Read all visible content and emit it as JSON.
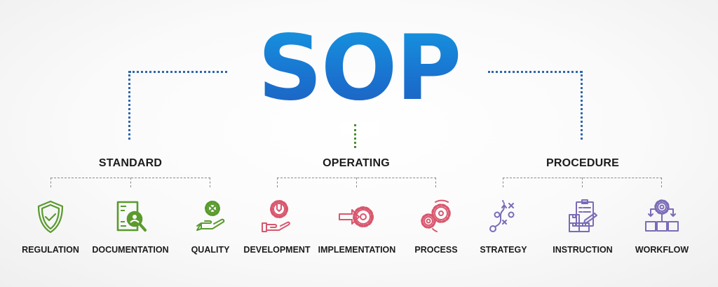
{
  "title": "SOP",
  "colors": {
    "title_gradient_top": "#1597e0",
    "title_gradient_bottom": "#1e5fbf",
    "connector_blue": "#2f67b0",
    "connector_green": "#4b8f2a",
    "standard_icons": "#5a9a2e",
    "operating_icons": "#d9576e",
    "procedure_icons": "#7b6bb8"
  },
  "categories": [
    {
      "name": "STANDARD",
      "items": [
        {
          "label": "REGULATION",
          "icon": "shield-check-icon"
        },
        {
          "label": "DOCUMENTATION",
          "icon": "document-search-icon"
        },
        {
          "label": "QUALITY",
          "icon": "hand-gear-icon"
        }
      ]
    },
    {
      "name": "OPERATING",
      "items": [
        {
          "label": "DEVELOPMENT",
          "icon": "hand-wrench-gear-icon"
        },
        {
          "label": "IMPLEMENTATION",
          "icon": "arrow-gear-icon"
        },
        {
          "label": "PROCESS",
          "icon": "gears-icon"
        }
      ]
    },
    {
      "name": "PROCEDURE",
      "items": [
        {
          "label": "STRATEGY",
          "icon": "strategy-play-icon"
        },
        {
          "label": "INSTRUCTION",
          "icon": "clipboard-boxes-icon"
        },
        {
          "label": "WORKFLOW",
          "icon": "gear-flow-icon"
        }
      ]
    }
  ]
}
